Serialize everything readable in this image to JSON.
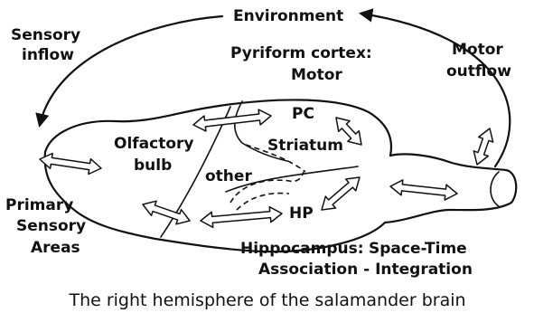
{
  "labels": {
    "environment": "Environment",
    "sensory_inflow_1": "Sensory",
    "sensory_inflow_2": "inflow",
    "pyriform_1": "Pyriform cortex:",
    "pyriform_2": "Motor",
    "motor_outflow_1": "Motor",
    "motor_outflow_2": "outflow",
    "pc": "PC",
    "olfactory_1": "Olfactory",
    "olfactory_2": "bulb",
    "striatum": "Striatum",
    "other": "other",
    "primary_1": "Primary",
    "primary_2": "Sensory",
    "primary_3": "Areas",
    "hp": "HP",
    "hippocampus": "Hippocampus:",
    "space_time": "Space-Time",
    "association": "Association - Integration"
  },
  "caption": "The right hemisphere of the salamander brain",
  "icons": [
    "feedback-loop-arrow",
    "double-headed-arrow"
  ]
}
